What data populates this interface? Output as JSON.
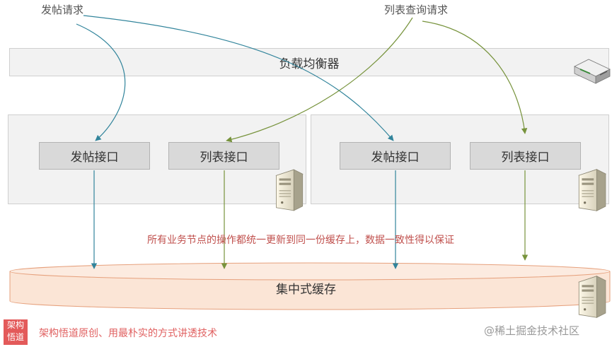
{
  "top_labels": {
    "post_request": "发帖请求",
    "list_request": "列表查询请求"
  },
  "load_balancer": {
    "label": "负载均衡器"
  },
  "nodes": [
    {
      "post_api": "发帖接口",
      "list_api": "列表接口"
    },
    {
      "post_api": "发帖接口",
      "list_api": "列表接口"
    }
  ],
  "note": "所有业务节点的操作都统一更新到同一份缓存上，数据一致性得以保证",
  "cache": {
    "label": "集中式缓存"
  },
  "footer": {
    "logo_line1": "架构",
    "logo_line2": "悟道",
    "slogan": "架构悟道原创、用最朴实的方式讲透技术",
    "watermark": "@稀土掘金技术社区"
  },
  "colors": {
    "post_arrow": "#31849b",
    "list_arrow": "#77933c",
    "cache_fill": "#fbe5d6",
    "cache_stroke": "#e6a07c",
    "note_text": "#c0504d"
  }
}
